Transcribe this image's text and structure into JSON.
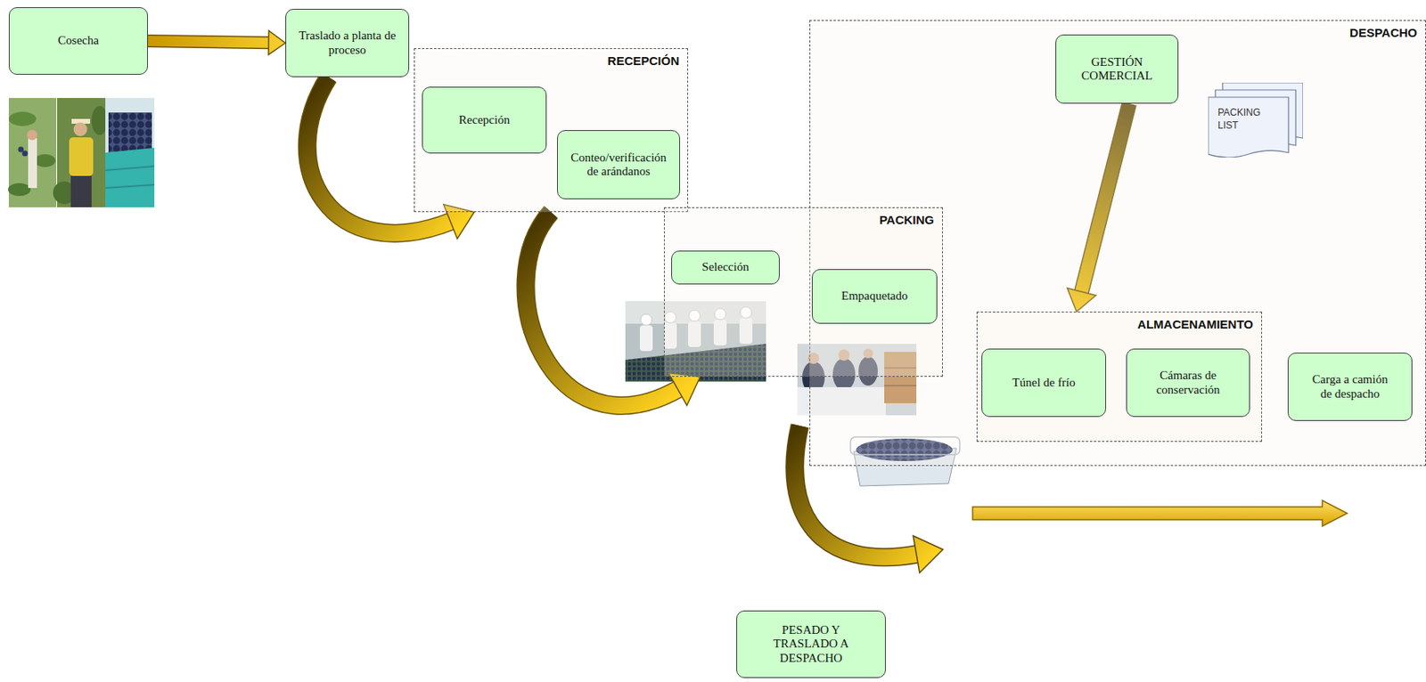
{
  "diagram": {
    "nodes": [
      {
        "text": [
          "Cosecha"
        ]
      },
      {
        "text": [
          "Traslado a planta de proceso"
        ]
      },
      {
        "text": [
          "RECEPCIÓN"
        ]
      },
      {
        "text": [
          "Recepción"
        ],
        "in": 2
      },
      {
        "text": [
          "Conteo/verificación de arándanos"
        ],
        "in": 2
      },
      {
        "text": [
          "PACKING"
        ]
      },
      {
        "text": [
          "Selección"
        ],
        "in": 5
      },
      {
        "text": [
          "Empaquetado"
        ],
        "in": 5
      },
      {
        "text": [
          "DESPACHO"
        ]
      },
      {
        "text": [
          "GESTIÓN COMERCIAL"
        ],
        "in": 8
      },
      {
        "text": [
          "PACKING LIST"
        ],
        "in": 8
      },
      {
        "text": [
          "ALMACENAMIENTO"
        ],
        "in": 8
      },
      {
        "text": [
          "Túnel de frío"
        ],
        "in": 11
      },
      {
        "text": [
          "Cámaras de conservación"
        ],
        "in": 11
      },
      {
        "text": [
          "Carga a camión de despacho"
        ],
        "in": 8
      },
      {
        "text": [
          "PESADO Y TRASLADO A DESPACHO"
        ]
      }
    ],
    "edges": [
      {
        "from": 0,
        "to": 1,
        "arrow": "to"
      },
      {
        "from": 1,
        "to": 2,
        "arrow": "to"
      },
      {
        "from": 2,
        "to": 5,
        "arrow": "to"
      },
      {
        "from": 9,
        "to": 11,
        "arrow": "to"
      }
    ]
  }
}
